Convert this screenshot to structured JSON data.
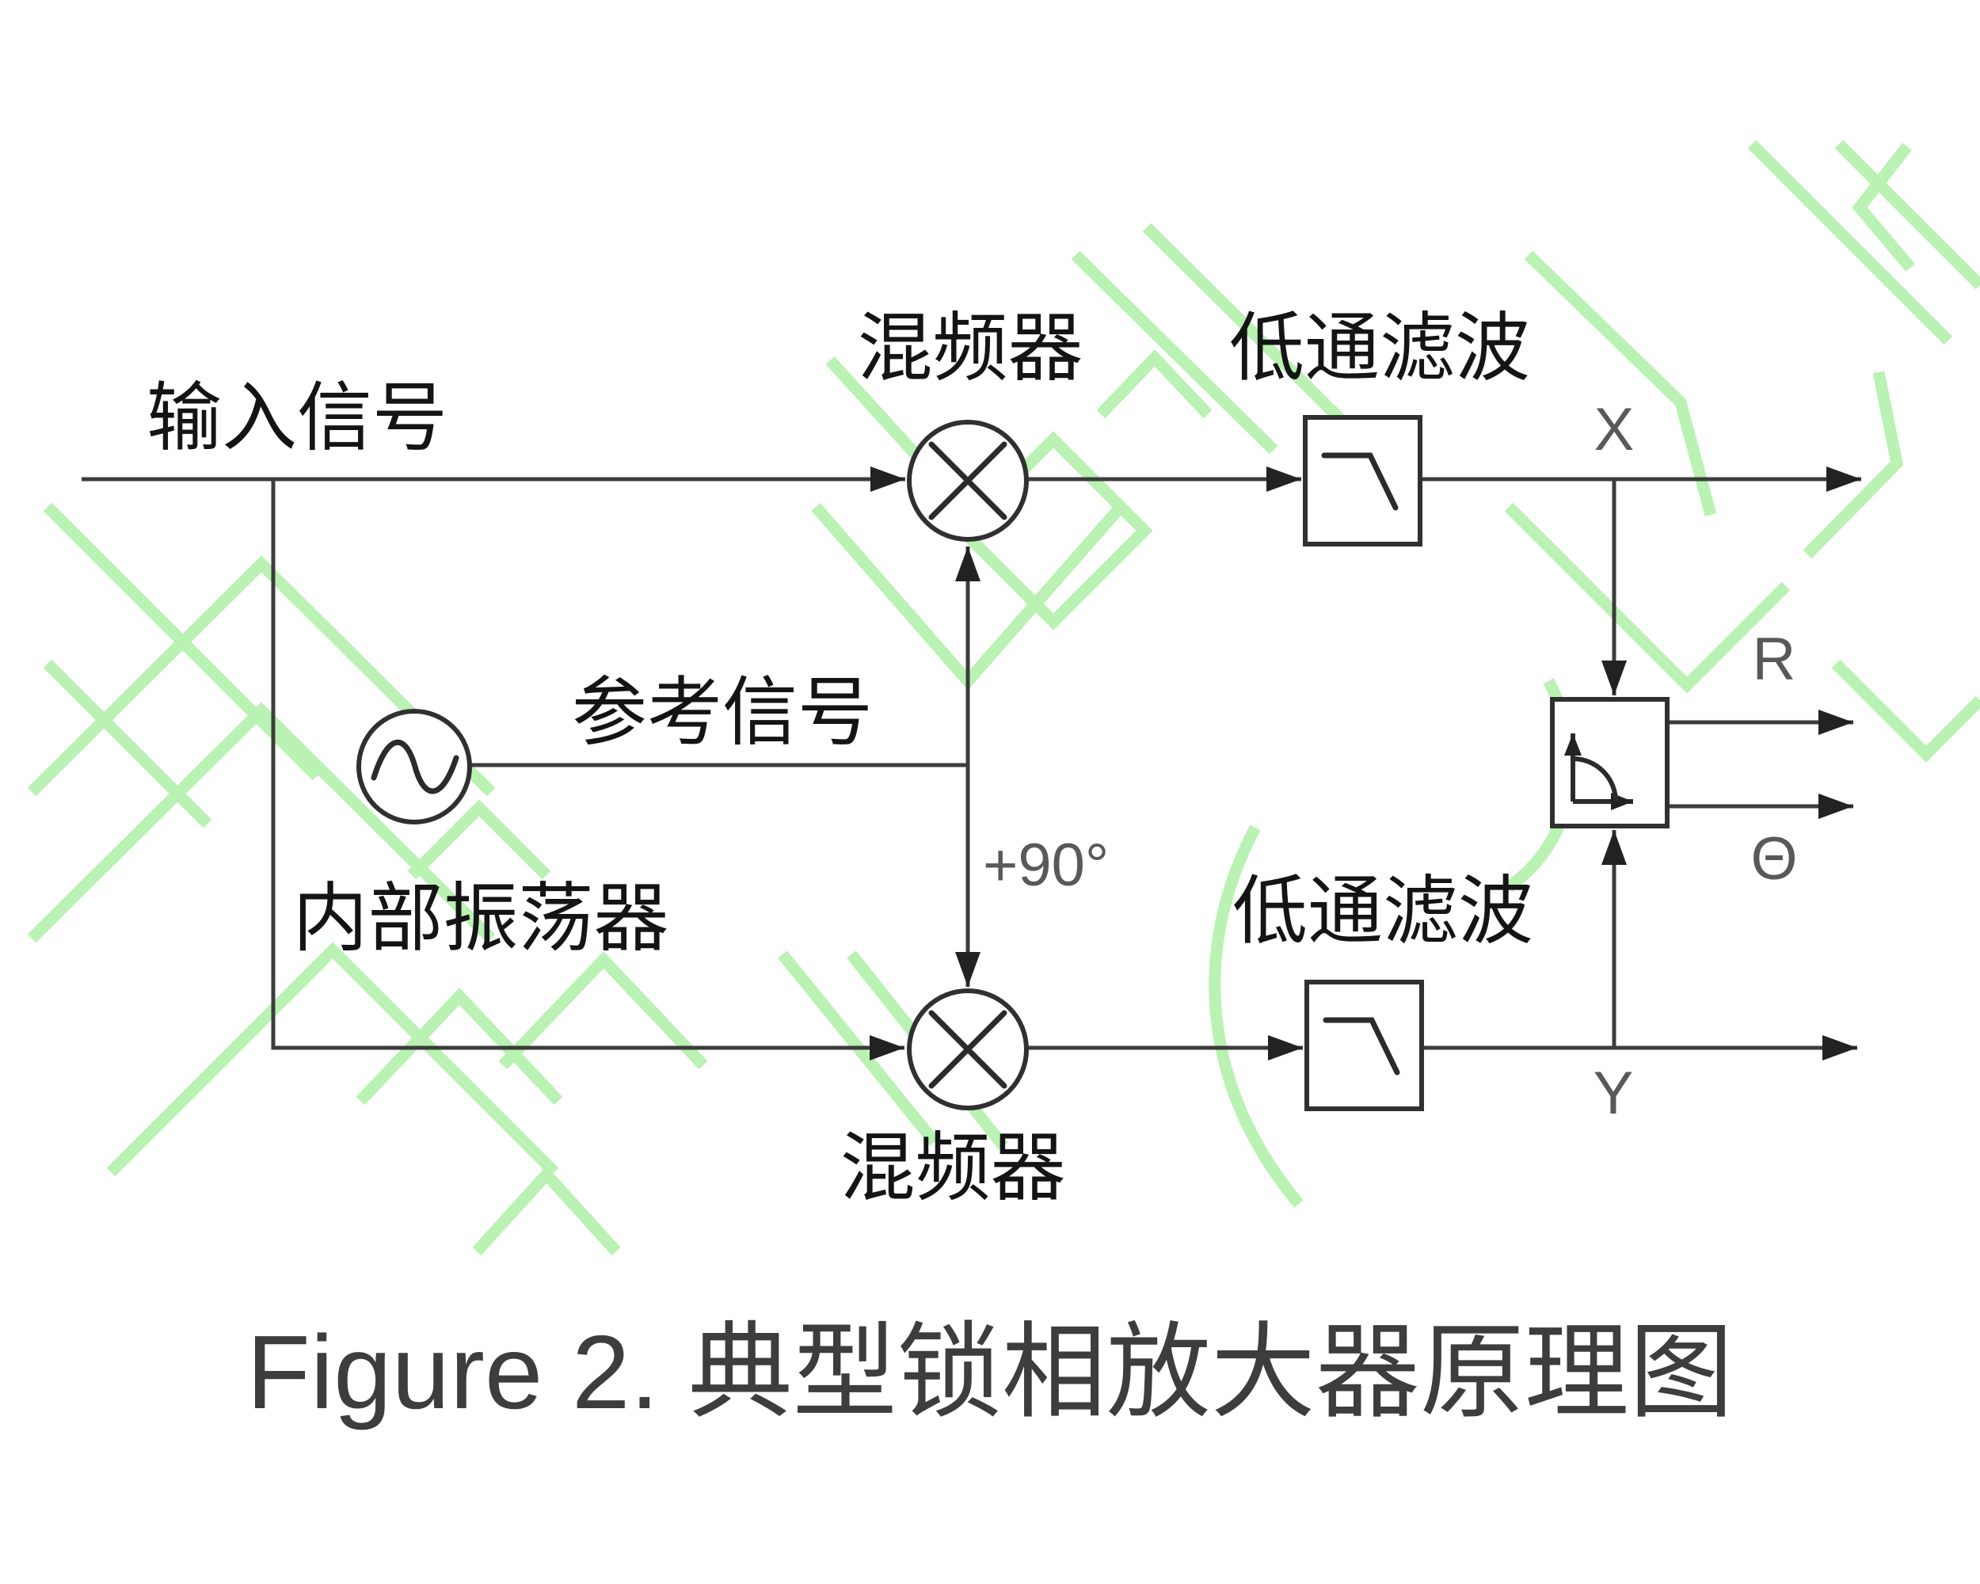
{
  "figure": {
    "caption": "Figure 2. 典型锁相放大器原理图",
    "labels": {
      "input_signal": "输入信号",
      "mixer_top": "混频器",
      "lpf_top": "低通滤波",
      "output_x": "X",
      "reference_signal": "参考信号",
      "internal_oscillator": "内部振荡器",
      "phase_shift": "+90°",
      "lpf_bottom": "低通滤波",
      "mixer_bottom": "混频器",
      "output_y": "Y",
      "output_r": "R",
      "output_theta": "Θ"
    },
    "colors": {
      "wire": "#3c3c3c",
      "label_dark": "#141414",
      "label_gray": "#595959",
      "caption": "#3d3d3d",
      "watermark": "#b9f2b2"
    }
  }
}
